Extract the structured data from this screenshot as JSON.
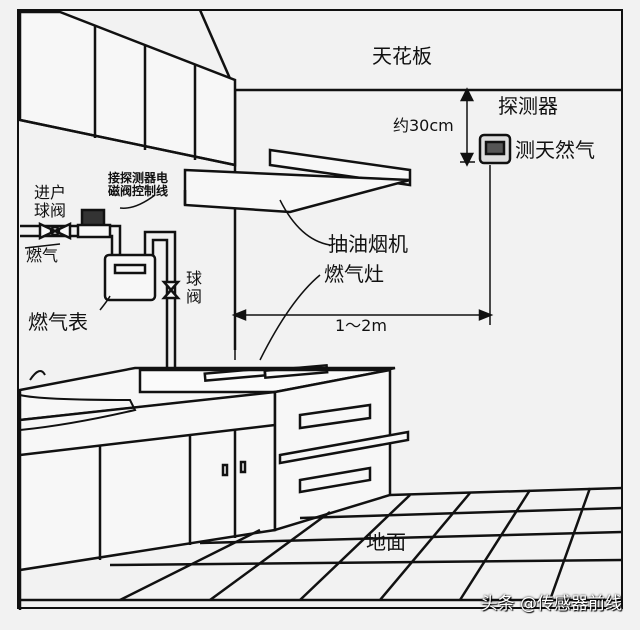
{
  "labels": {
    "ceiling": "天花板",
    "detector": "探测器",
    "distance_ceiling": "约30cm",
    "detector_note": "测天然气",
    "control_wire_1": "接探测器电",
    "control_wire_2": "磁阀控制线",
    "inlet_valve_1": "进户",
    "inlet_valve_2": "球阀",
    "gas_in": "燃气",
    "ball_valve_1": "球",
    "ball_valve_2": "阀",
    "gas_meter": "燃气表",
    "range_hood": "抽油烟机",
    "gas_stove": "燃气灶",
    "distance_stove": "1～2m",
    "floor": "地面"
  },
  "watermark": "头条 @传感器前线"
}
